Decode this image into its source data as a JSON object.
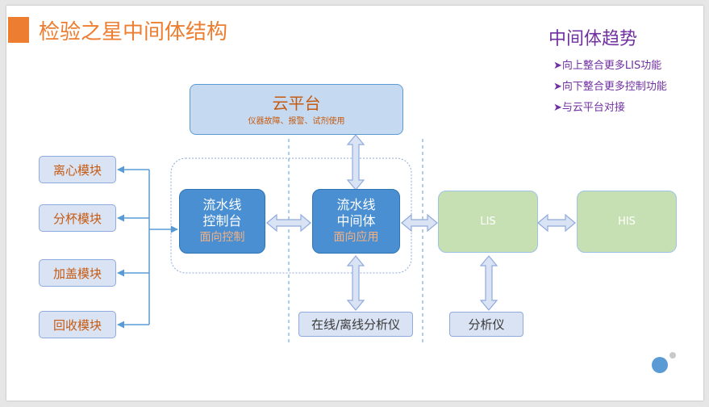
{
  "title": "检验之星中间体结构",
  "trend": {
    "title": "中间体趋势",
    "items": [
      "➤向上整合更多LIS功能",
      "➤向下整合更多控制功能",
      "➤与云平台对接"
    ]
  },
  "cloud": {
    "title": "云平台",
    "subtitle": "仪器故障、报警、试剂使用"
  },
  "modules": [
    "离心模块",
    "分杯模块",
    "加盖模块",
    "回收模块"
  ],
  "console": {
    "line1": "流水线",
    "line2": "控制台",
    "sub": "面向控制"
  },
  "middleware": {
    "line1": "流水线",
    "line2": "中间体",
    "sub": "面向应用"
  },
  "lis": "LIS",
  "his": "HIS",
  "online_analyzer": "在线/离线分析仪",
  "analyzer": "分析仪",
  "colors": {
    "accent": "#ed7d31",
    "trend": "#7030a0",
    "blue": "#4a8fd2",
    "green": "#c6e0b4",
    "light_blue": "#dae3f3"
  }
}
